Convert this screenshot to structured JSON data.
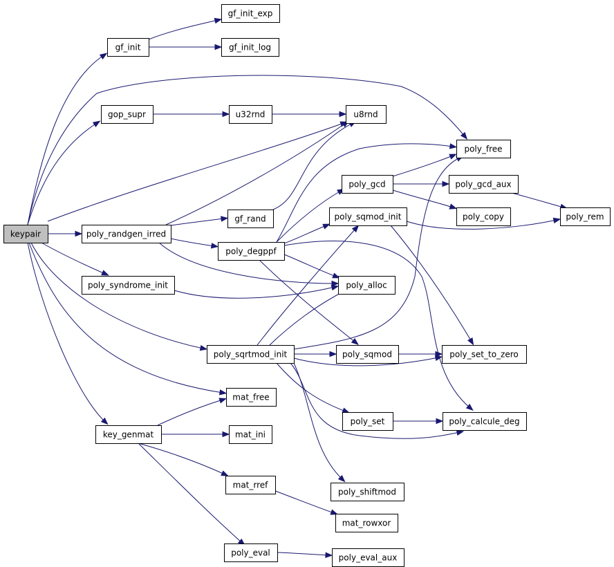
{
  "colors": {
    "edge": "#191970",
    "node_fill": "#ffffff",
    "root_fill": "#bfbfbf",
    "node_border": "#000000"
  },
  "nodes": [
    {
      "id": "keypair",
      "label": "keypair",
      "root": true
    },
    {
      "id": "gf_init",
      "label": "gf_init"
    },
    {
      "id": "gf_init_exp",
      "label": "gf_init_exp"
    },
    {
      "id": "gf_init_log",
      "label": "gf_init_log"
    },
    {
      "id": "gop_supr",
      "label": "gop_supr"
    },
    {
      "id": "u32rnd",
      "label": "u32rnd"
    },
    {
      "id": "u8rnd",
      "label": "u8rnd"
    },
    {
      "id": "poly_free",
      "label": "poly_free"
    },
    {
      "id": "poly_gcd",
      "label": "poly_gcd"
    },
    {
      "id": "poly_gcd_aux",
      "label": "poly_gcd_aux"
    },
    {
      "id": "poly_copy",
      "label": "poly_copy"
    },
    {
      "id": "poly_rem",
      "label": "poly_rem"
    },
    {
      "id": "poly_randgen_irred",
      "label": "poly_randgen_irred"
    },
    {
      "id": "gf_rand",
      "label": "gf_rand"
    },
    {
      "id": "poly_sqmod_init",
      "label": "poly_sqmod_init"
    },
    {
      "id": "poly_degppf",
      "label": "poly_degppf"
    },
    {
      "id": "poly_syndrome_init",
      "label": "poly_syndrome_init"
    },
    {
      "id": "poly_alloc",
      "label": "poly_alloc"
    },
    {
      "id": "poly_sqrtmod_init",
      "label": "poly_sqrtmod_init"
    },
    {
      "id": "poly_sqmod",
      "label": "poly_sqmod"
    },
    {
      "id": "poly_set_to_zero",
      "label": "poly_set_to_zero"
    },
    {
      "id": "mat_free",
      "label": "mat_free"
    },
    {
      "id": "key_genmat",
      "label": "key_genmat"
    },
    {
      "id": "mat_ini",
      "label": "mat_ini"
    },
    {
      "id": "poly_set",
      "label": "poly_set"
    },
    {
      "id": "poly_calcule_deg",
      "label": "poly_calcule_deg"
    },
    {
      "id": "mat_rref",
      "label": "mat_rref"
    },
    {
      "id": "poly_shiftmod",
      "label": "poly_shiftmod"
    },
    {
      "id": "mat_rowxor",
      "label": "mat_rowxor"
    },
    {
      "id": "poly_eval",
      "label": "poly_eval"
    },
    {
      "id": "poly_eval_aux",
      "label": "poly_eval_aux"
    }
  ],
  "edges": [
    {
      "from": "keypair",
      "to": "gf_init"
    },
    {
      "from": "keypair",
      "to": "poly_free"
    },
    {
      "from": "keypair",
      "to": "gop_supr"
    },
    {
      "from": "keypair",
      "to": "u8rnd"
    },
    {
      "from": "keypair",
      "to": "poly_randgen_irred"
    },
    {
      "from": "keypair",
      "to": "poly_syndrome_init"
    },
    {
      "from": "keypair",
      "to": "poly_sqrtmod_init"
    },
    {
      "from": "keypair",
      "to": "mat_free"
    },
    {
      "from": "keypair",
      "to": "key_genmat"
    },
    {
      "from": "gf_init",
      "to": "gf_init_exp"
    },
    {
      "from": "gf_init",
      "to": "gf_init_log"
    },
    {
      "from": "gop_supr",
      "to": "u32rnd"
    },
    {
      "from": "u32rnd",
      "to": "u8rnd"
    },
    {
      "from": "poly_randgen_irred",
      "to": "u8rnd"
    },
    {
      "from": "poly_randgen_irred",
      "to": "gf_rand"
    },
    {
      "from": "poly_randgen_irred",
      "to": "poly_degppf"
    },
    {
      "from": "poly_randgen_irred",
      "to": "poly_alloc"
    },
    {
      "from": "gf_rand",
      "to": "u8rnd"
    },
    {
      "from": "poly_degppf",
      "to": "poly_free"
    },
    {
      "from": "poly_degppf",
      "to": "poly_gcd"
    },
    {
      "from": "poly_degppf",
      "to": "poly_sqmod_init"
    },
    {
      "from": "poly_degppf",
      "to": "poly_alloc"
    },
    {
      "from": "poly_degppf",
      "to": "poly_sqmod"
    },
    {
      "from": "poly_degppf",
      "to": "poly_calcule_deg"
    },
    {
      "from": "poly_gcd",
      "to": "poly_free"
    },
    {
      "from": "poly_gcd",
      "to": "poly_gcd_aux"
    },
    {
      "from": "poly_gcd",
      "to": "poly_copy"
    },
    {
      "from": "poly_gcd_aux",
      "to": "poly_rem"
    },
    {
      "from": "poly_sqmod_init",
      "to": "poly_rem"
    },
    {
      "from": "poly_sqmod_init",
      "to": "poly_set_to_zero"
    },
    {
      "from": "poly_syndrome_init",
      "to": "poly_alloc"
    },
    {
      "from": "poly_sqrtmod_init",
      "to": "poly_free"
    },
    {
      "from": "poly_sqrtmod_init",
      "to": "poly_sqmod_init"
    },
    {
      "from": "poly_sqrtmod_init",
      "to": "poly_alloc"
    },
    {
      "from": "poly_sqrtmod_init",
      "to": "poly_sqmod"
    },
    {
      "from": "poly_sqrtmod_init",
      "to": "poly_set_to_zero"
    },
    {
      "from": "poly_sqrtmod_init",
      "to": "poly_set"
    },
    {
      "from": "poly_sqrtmod_init",
      "to": "poly_calcule_deg"
    },
    {
      "from": "poly_sqrtmod_init",
      "to": "poly_shiftmod"
    },
    {
      "from": "poly_sqmod",
      "to": "poly_set_to_zero"
    },
    {
      "from": "poly_set",
      "to": "poly_calcule_deg"
    },
    {
      "from": "key_genmat",
      "to": "mat_free"
    },
    {
      "from": "key_genmat",
      "to": "mat_ini"
    },
    {
      "from": "key_genmat",
      "to": "mat_rref"
    },
    {
      "from": "key_genmat",
      "to": "poly_eval"
    },
    {
      "from": "mat_rref",
      "to": "mat_rowxor"
    },
    {
      "from": "poly_eval",
      "to": "poly_eval_aux"
    }
  ]
}
